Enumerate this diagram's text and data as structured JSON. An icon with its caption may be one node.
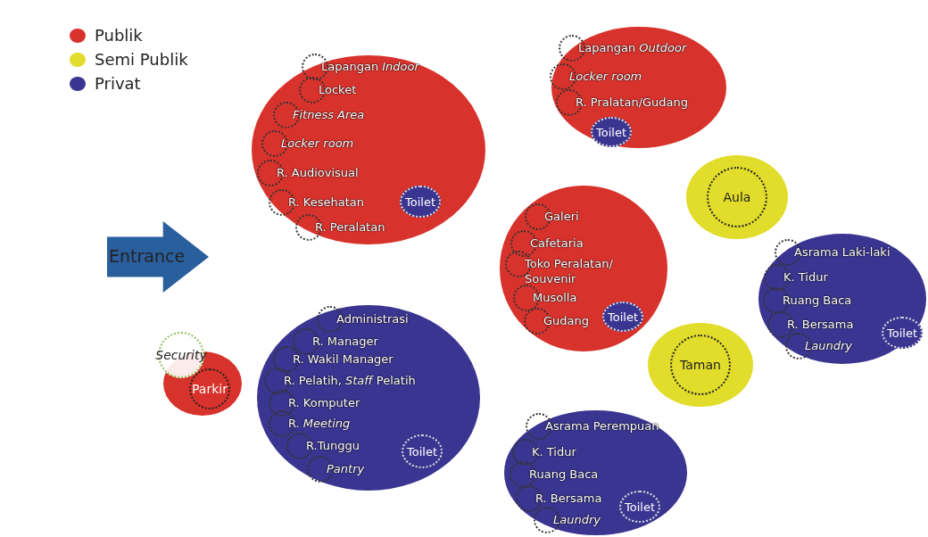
{
  "diagram": {
    "nodes": [
      {
        "text": [
          "Lapangan *Indoor*",
          "Locket",
          "Fitness Area",
          "Locker room",
          "R. Audiovisual",
          "R. Kesehatan",
          "R. Peralatan"
        ]
      },
      {
        "text": [
          "Toilet"
        ],
        "in": 0
      },
      {
        "text": [
          "Lapangan *Outdoor*",
          "Locker room",
          "R. Pralatan/Gudang"
        ]
      },
      {
        "text": [
          "Toilet"
        ],
        "in": 2
      },
      {
        "text": [
          "Aula"
        ]
      },
      {
        "text": [
          "Entrance"
        ]
      },
      {
        "text": [
          "Galeri",
          "Cafetaria",
          "Toko Peralatan/ Souvenir",
          "Musolla",
          "Gudang"
        ]
      },
      {
        "text": [
          "Toilet"
        ],
        "in": 6
      },
      {
        "text": [
          "Asrama Laki-laki",
          "K. Tidur",
          "Ruang Baca",
          "R. Bersama",
          "Laundry"
        ]
      },
      {
        "text": [
          "Toilet"
        ],
        "in": 8
      },
      {
        "text": [
          "Security"
        ]
      },
      {
        "text": [
          "Parkir"
        ]
      },
      {
        "text": [
          "Administrasi",
          "R. Manager",
          "R. Wakil Manager",
          "R. Pelatih, *Staff* Pelatih",
          "R. Komputer",
          "R. *Meeting*",
          "R.Tunggu",
          "Pantry"
        ]
      },
      {
        "text": [
          "Toilet"
        ],
        "in": 12
      },
      {
        "text": [
          "Taman"
        ]
      },
      {
        "text": [
          "Asrama Perempuan",
          "K. Tidur",
          "Ruang Baca",
          "R. Bersama",
          "Laundry"
        ]
      },
      {
        "text": [
          "Toilet"
        ],
        "in": 15
      }
    ],
    "legend": [
      {
        "text": "Publik",
        "color": "#d8322c"
      },
      {
        "text": "Semi Publik",
        "color": "#e2dc2a"
      },
      {
        "text": "Privat",
        "color": "#3a3590"
      }
    ]
  }
}
